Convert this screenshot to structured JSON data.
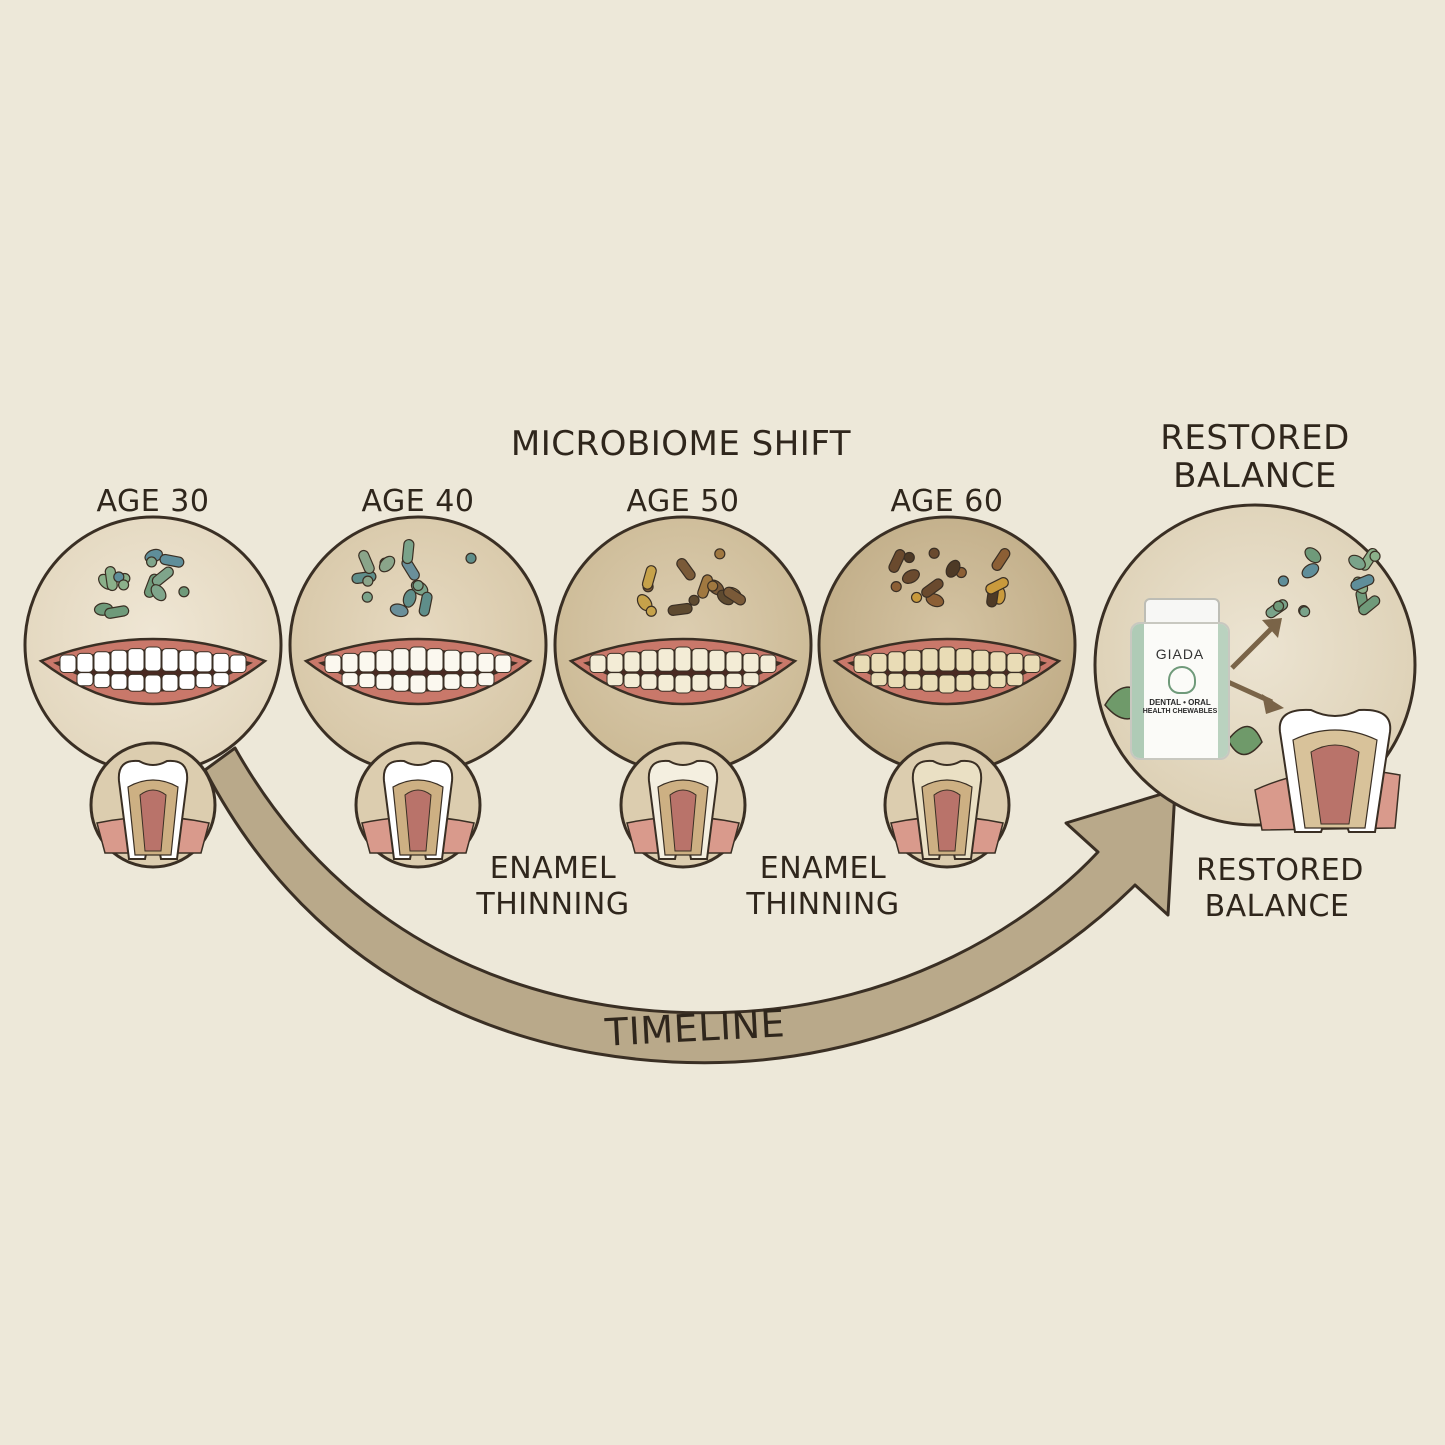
{
  "title": "MICROBIOME SHIFT",
  "stages": [
    {
      "label": "AGE 30"
    },
    {
      "label": "AGE 40"
    },
    {
      "label": "AGE 50"
    },
    {
      "label": "AGE 60"
    }
  ],
  "restored_top": {
    "line1": "RESTORED",
    "line2": "BALANCE"
  },
  "restored_bottom": {
    "line1": "RESTORED",
    "line2": "BALANCE"
  },
  "enamel_notes": [
    {
      "line1": "ENAMEL",
      "line2": "THINNING"
    },
    {
      "line1": "ENAMEL",
      "line2": "THINNING"
    }
  ],
  "timeline_label": "TIMELINE",
  "product": {
    "brand": "GIADA",
    "name_line1": "DENTAL • ORAL",
    "name_line2": "HEALTH CHEWABLES"
  },
  "colors": {
    "background": "#ede8d9",
    "outline": "#3a2f24",
    "lip": "#c9786a",
    "gum": "#d99a8c",
    "arrow": "#b9a98a",
    "microbe_healthy": "#6f9a7a",
    "microbe_unhealthy": "#7a5a38"
  }
}
